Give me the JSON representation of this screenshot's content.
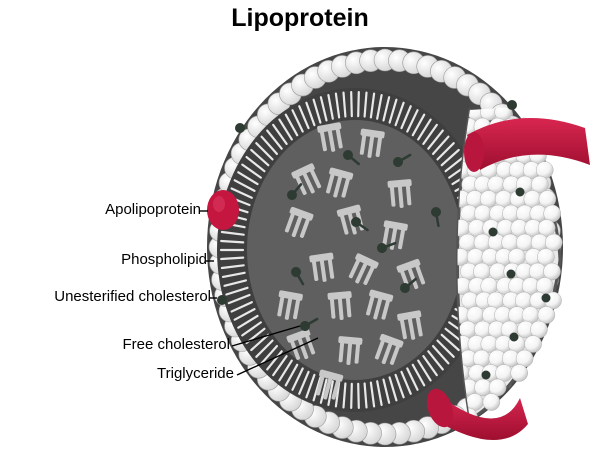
{
  "title": "Lipoprotein",
  "labels": {
    "apolipoprotein": "Apolipoprotein",
    "phospholipid": "Phospholipid",
    "unesterified_cholesterol": "Unesterified cholesterol",
    "free_cholesterol": "Free cholesterol",
    "triglyceride": "Triglyceride"
  },
  "colors": {
    "apolipoprotein": "#c4163f",
    "core": "#5f5f5f",
    "shell_dark": "#444444",
    "lipid_head": "#ffffff",
    "triglyceride": "#c8c8c8",
    "cholesterol": "#2e3b33"
  }
}
